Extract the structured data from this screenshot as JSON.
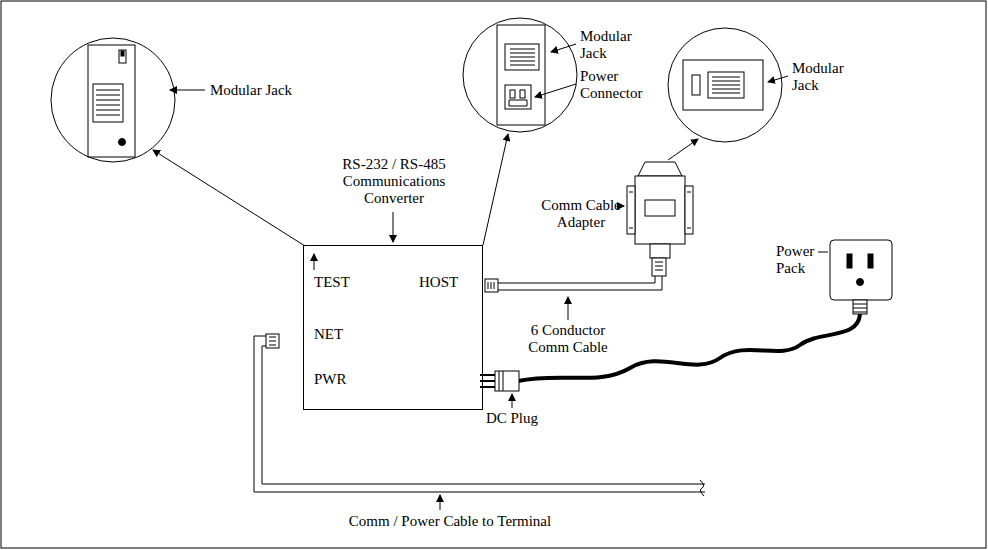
{
  "diagram": {
    "nodes": [
      {
        "text": [
          "RS-232 / RS-485 Communications Converter",
          "TEST",
          "HOST",
          "NET",
          "PWR"
        ]
      }
    ],
    "labels": [
      "Modular Jack",
      "Modular Jack",
      "Power Connector",
      "Modular Jack",
      "Comm Cable Adapter",
      "Power Pack",
      "6 Conductor Comm Cable",
      "DC Plug",
      "Comm / Power Cable to Terminal"
    ]
  }
}
